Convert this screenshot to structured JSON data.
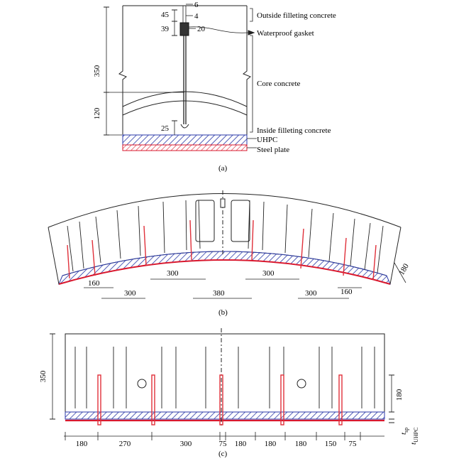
{
  "panel_a": {
    "caption": "(a)",
    "dims": {
      "d6": "6",
      "d45": "45",
      "d4": "4",
      "d39": "39",
      "d20": "20",
      "d350": "350",
      "d120": "120",
      "d25": "25"
    },
    "labels": {
      "outside": "Outside filleting concrete",
      "gasket": "Waterproof gasket",
      "core": "Core concrete",
      "inside": "Inside filleting concrete",
      "uhpc": "UHPC",
      "steel": "Steel plate"
    }
  },
  "panel_b": {
    "caption": "(b)",
    "dims": {
      "l160": "160",
      "l300a": "300",
      "l300b": "300",
      "c380": "380",
      "r300a": "300",
      "r300b": "300",
      "r160": "160",
      "r180": "180"
    }
  },
  "panel_c": {
    "caption": "(c)",
    "height": "350",
    "right180": "180",
    "t_sp": "t",
    "t_sp_sub": "sp",
    "t_uhpc": "t",
    "t_uhpc_sub": "UHPC",
    "bottom": [
      "180",
      "270",
      "300",
      "75",
      "180",
      "180",
      "180",
      "150",
      "75"
    ]
  },
  "colors": {
    "uhpc_hatch": "#2b3aa8",
    "steel_red": "#d9182e",
    "stud_red": "#e0303a",
    "line": "#222222"
  }
}
